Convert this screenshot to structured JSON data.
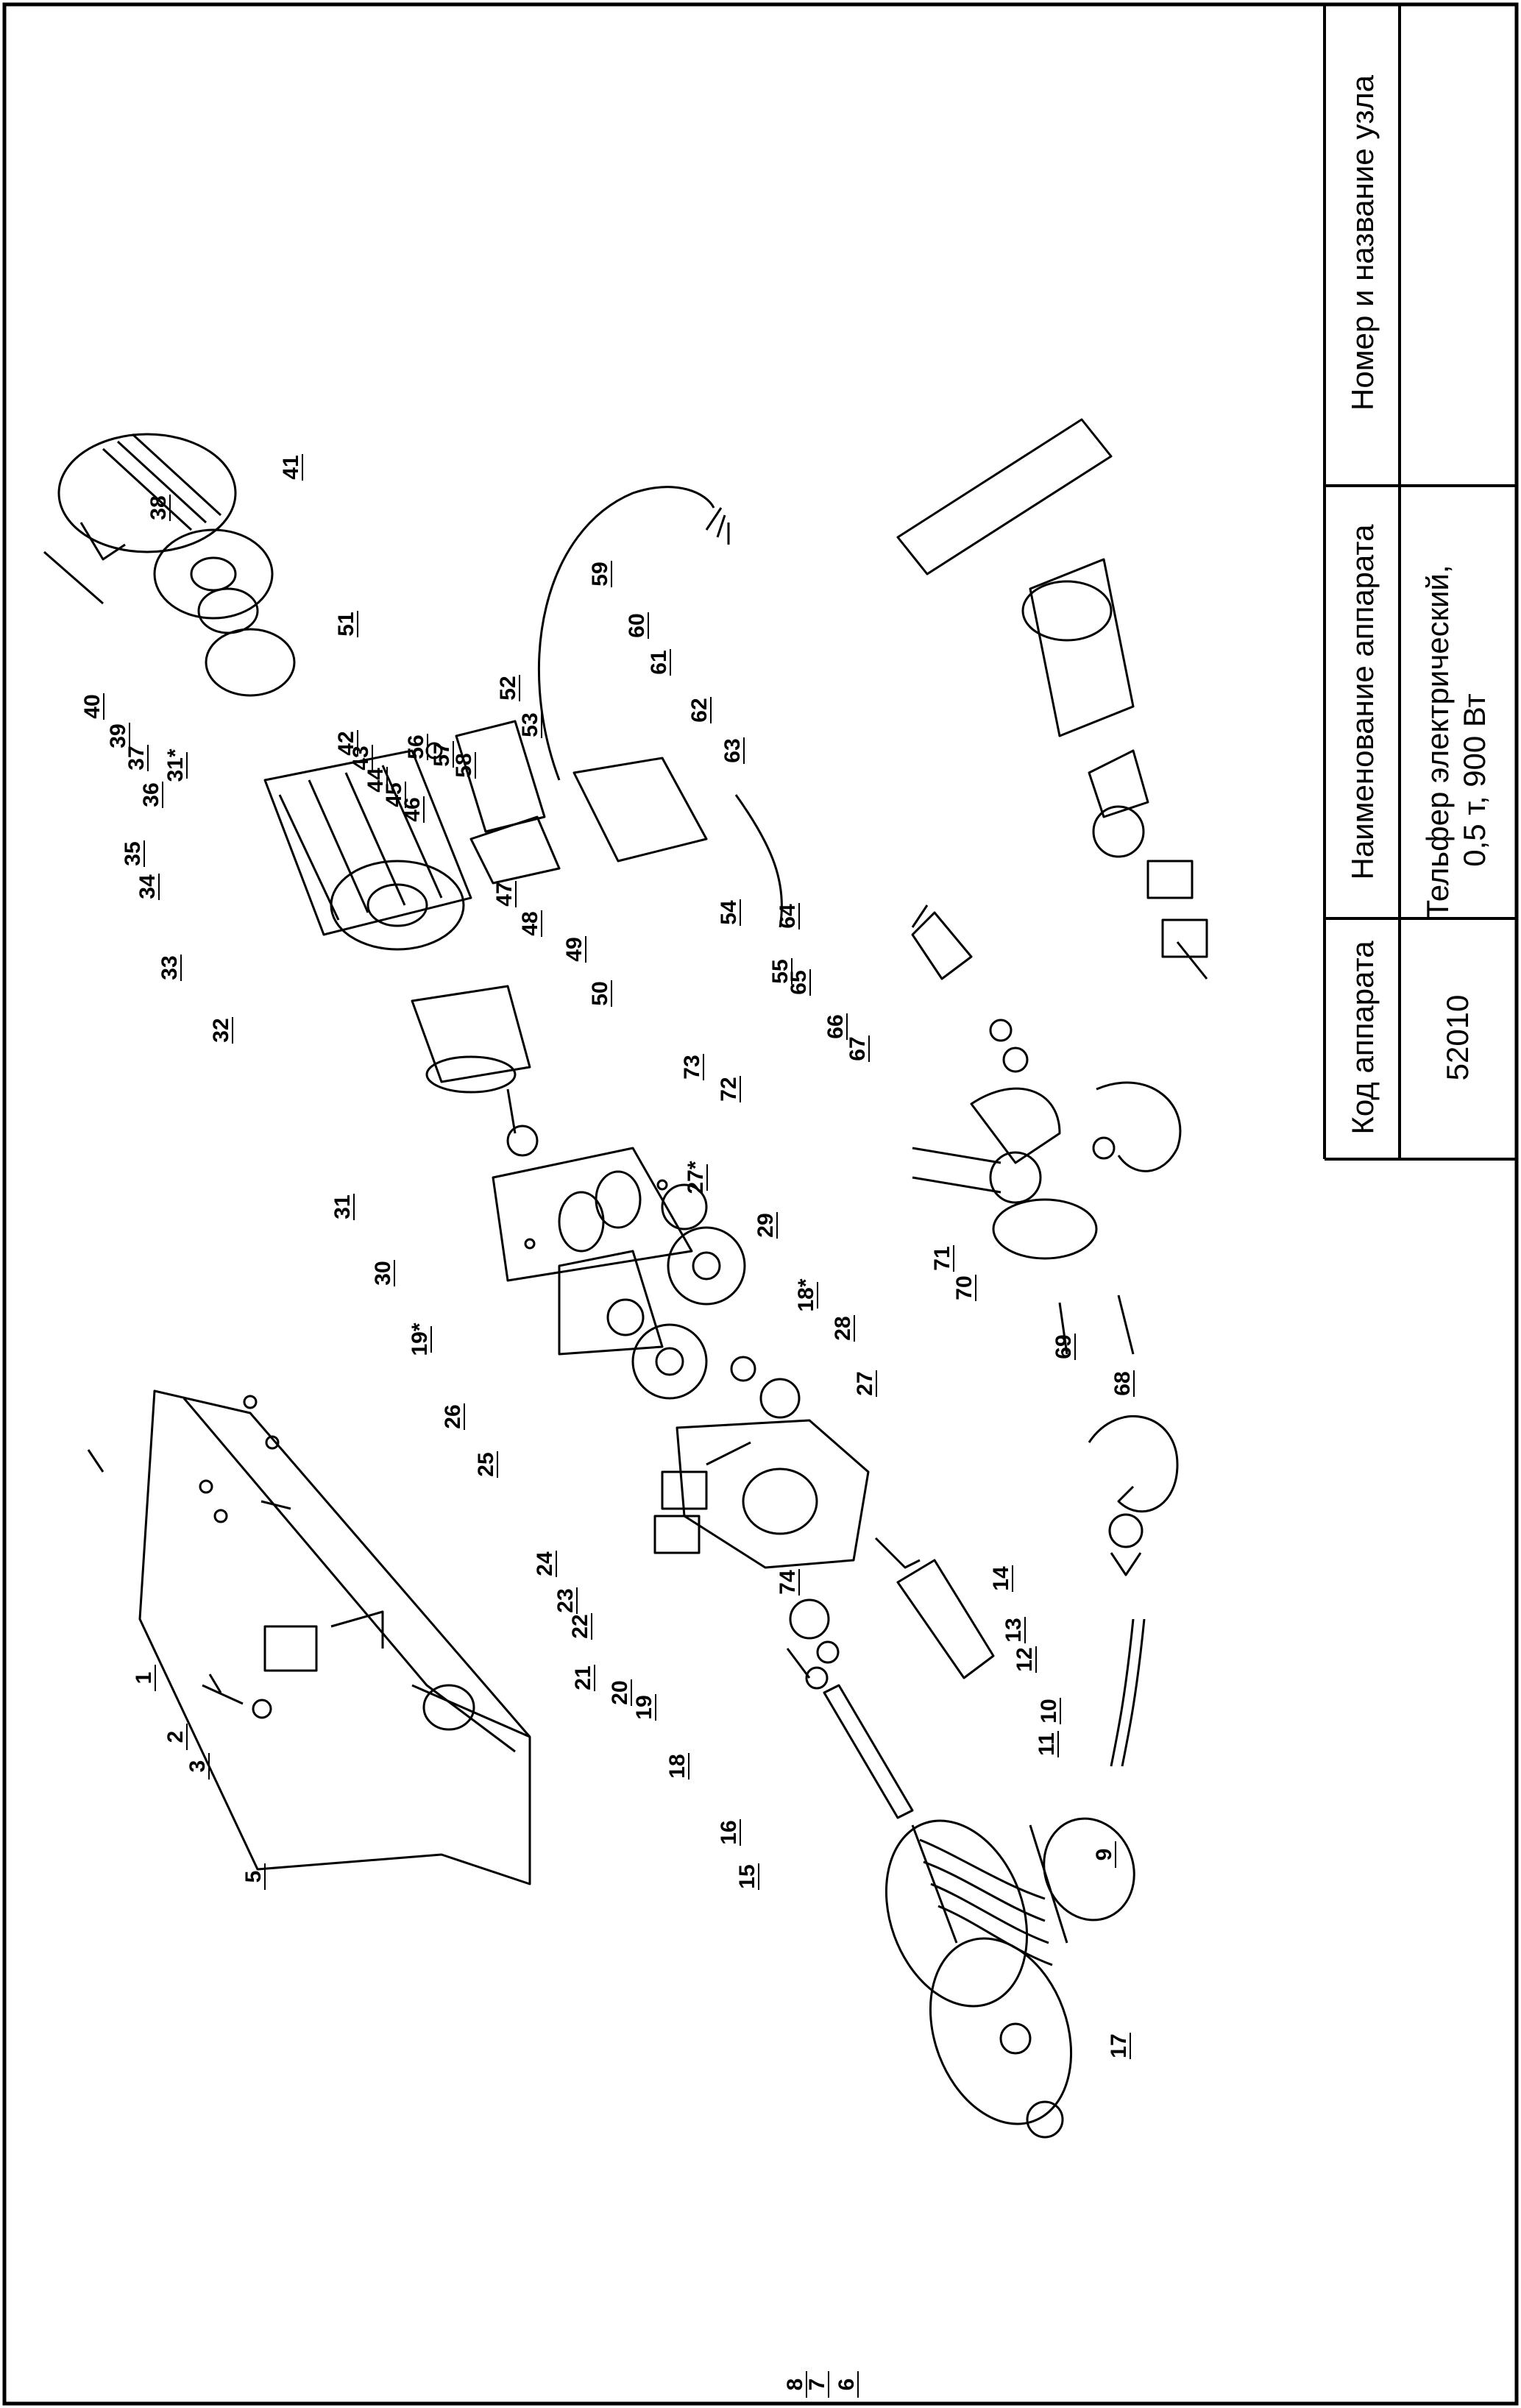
{
  "title_block": {
    "code_label": "Код аппарата",
    "code_value": "52010",
    "name_label": "Наименование аппарата",
    "name_line1": "Тельфер электрический,",
    "name_line2": "0,5 т, 900 Вт",
    "unit_label": "Номер и название узла",
    "unit_value": ""
  },
  "diagram": {
    "callouts": [
      "1",
      "2",
      "3",
      "5",
      "6",
      "7",
      "8",
      "9",
      "10",
      "11",
      "12",
      "13",
      "14",
      "15",
      "16",
      "17",
      "18",
      "18*",
      "19",
      "19*",
      "20",
      "21",
      "22",
      "23",
      "24",
      "25",
      "26",
      "27",
      "27*",
      "28",
      "29",
      "30",
      "31",
      "31*",
      "32",
      "33",
      "34",
      "35",
      "36",
      "37",
      "38",
      "39",
      "40",
      "41",
      "42",
      "43",
      "44",
      "45",
      "46",
      "47",
      "48",
      "49",
      "50",
      "51",
      "52",
      "53",
      "54",
      "55",
      "56",
      "57",
      "58",
      "59",
      "60",
      "61",
      "62",
      "63",
      "64",
      "65",
      "66",
      "67",
      "68",
      "69",
      "70",
      "71",
      "72",
      "73",
      "74"
    ]
  }
}
